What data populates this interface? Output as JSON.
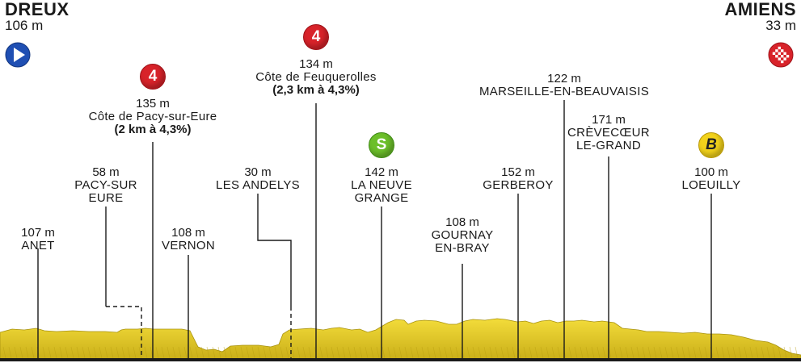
{
  "start": {
    "name": "DREUX",
    "altitude": "106 m",
    "icon": "start-arrow-icon",
    "color": "#1f4fb3"
  },
  "finish": {
    "name": "AMIENS",
    "altitude": "33 m",
    "icon": "checkered-flag-icon",
    "color": "#d8232a"
  },
  "points": [
    {
      "id": "anet",
      "altitude": "107 m",
      "name": [
        "ANET"
      ]
    },
    {
      "id": "pacy-sur-eure",
      "altitude": "58 m",
      "name": [
        "PACY-SUR",
        "EURE"
      ]
    },
    {
      "id": "cote-de-pacy",
      "altitude": "135 m",
      "name": [
        "Côte de Pacy-sur-Eure"
      ],
      "climb": "(2 km à 4,3%)",
      "badge": {
        "type": "cat",
        "label": "4"
      }
    },
    {
      "id": "vernon",
      "altitude": "108 m",
      "name": [
        "VERNON"
      ]
    },
    {
      "id": "les-andelys",
      "altitude": "30 m",
      "name": [
        "LES ANDELYS"
      ]
    },
    {
      "id": "cote-de-feuquerolles",
      "altitude": "134 m",
      "name": [
        "Côte de Feuquerolles"
      ],
      "climb": "(2,3 km à 4,3%)",
      "badge": {
        "type": "cat",
        "label": "4"
      }
    },
    {
      "id": "la-neuve-grange",
      "altitude": "142 m",
      "name": [
        "LA NEUVE",
        "GRANGE"
      ],
      "badge": {
        "type": "sprint",
        "label": "S"
      }
    },
    {
      "id": "gournay-en-bray",
      "altitude": "108 m",
      "name": [
        "GOURNAY",
        "EN-BRAY"
      ]
    },
    {
      "id": "gerberoy",
      "altitude": "152 m",
      "name": [
        "GERBEROY"
      ]
    },
    {
      "id": "marseille-en-beauvaisis",
      "altitude": "122 m",
      "name": [
        "MARSEILLE-EN-BEAUVAISIS"
      ]
    },
    {
      "id": "crevecoeur-le-grand",
      "altitude": "171 m",
      "name": [
        "CRÈVECŒUR",
        "LE-GRAND"
      ]
    },
    {
      "id": "loeuilly",
      "altitude": "100 m",
      "name": [
        "LOEUILLY"
      ],
      "badge": {
        "type": "bonus",
        "label": "B"
      }
    }
  ],
  "colors": {
    "terrain": "#e8cc2a",
    "terrain_shadow": "#b5a016",
    "guide": "#1a1a1a",
    "ground": "#1a1a1a"
  }
}
